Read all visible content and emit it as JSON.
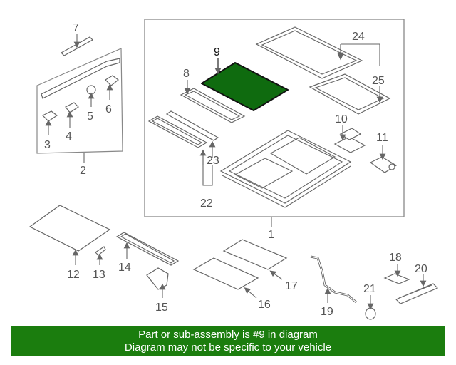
{
  "diagram": {
    "highlight_color": "#0f6b0f",
    "banner_color": "#1b7d0e",
    "callouts": {
      "c1": "1",
      "c2": "2",
      "c3": "3",
      "c4": "4",
      "c5": "5",
      "c6": "6",
      "c7": "7",
      "c8": "8",
      "c9": "9",
      "c10": "10",
      "c11": "11",
      "c12": "12",
      "c13": "13",
      "c14": "14",
      "c15": "15",
      "c16": "16",
      "c17": "17",
      "c18": "18",
      "c19": "19",
      "c20": "20",
      "c21": "21",
      "c22": "22",
      "c23": "23",
      "c24": "24",
      "c25": "25"
    }
  },
  "banner": {
    "line1": "Part or sub-assembly is #9 in diagram",
    "line2": "Diagram may not be specific to your vehicle"
  }
}
